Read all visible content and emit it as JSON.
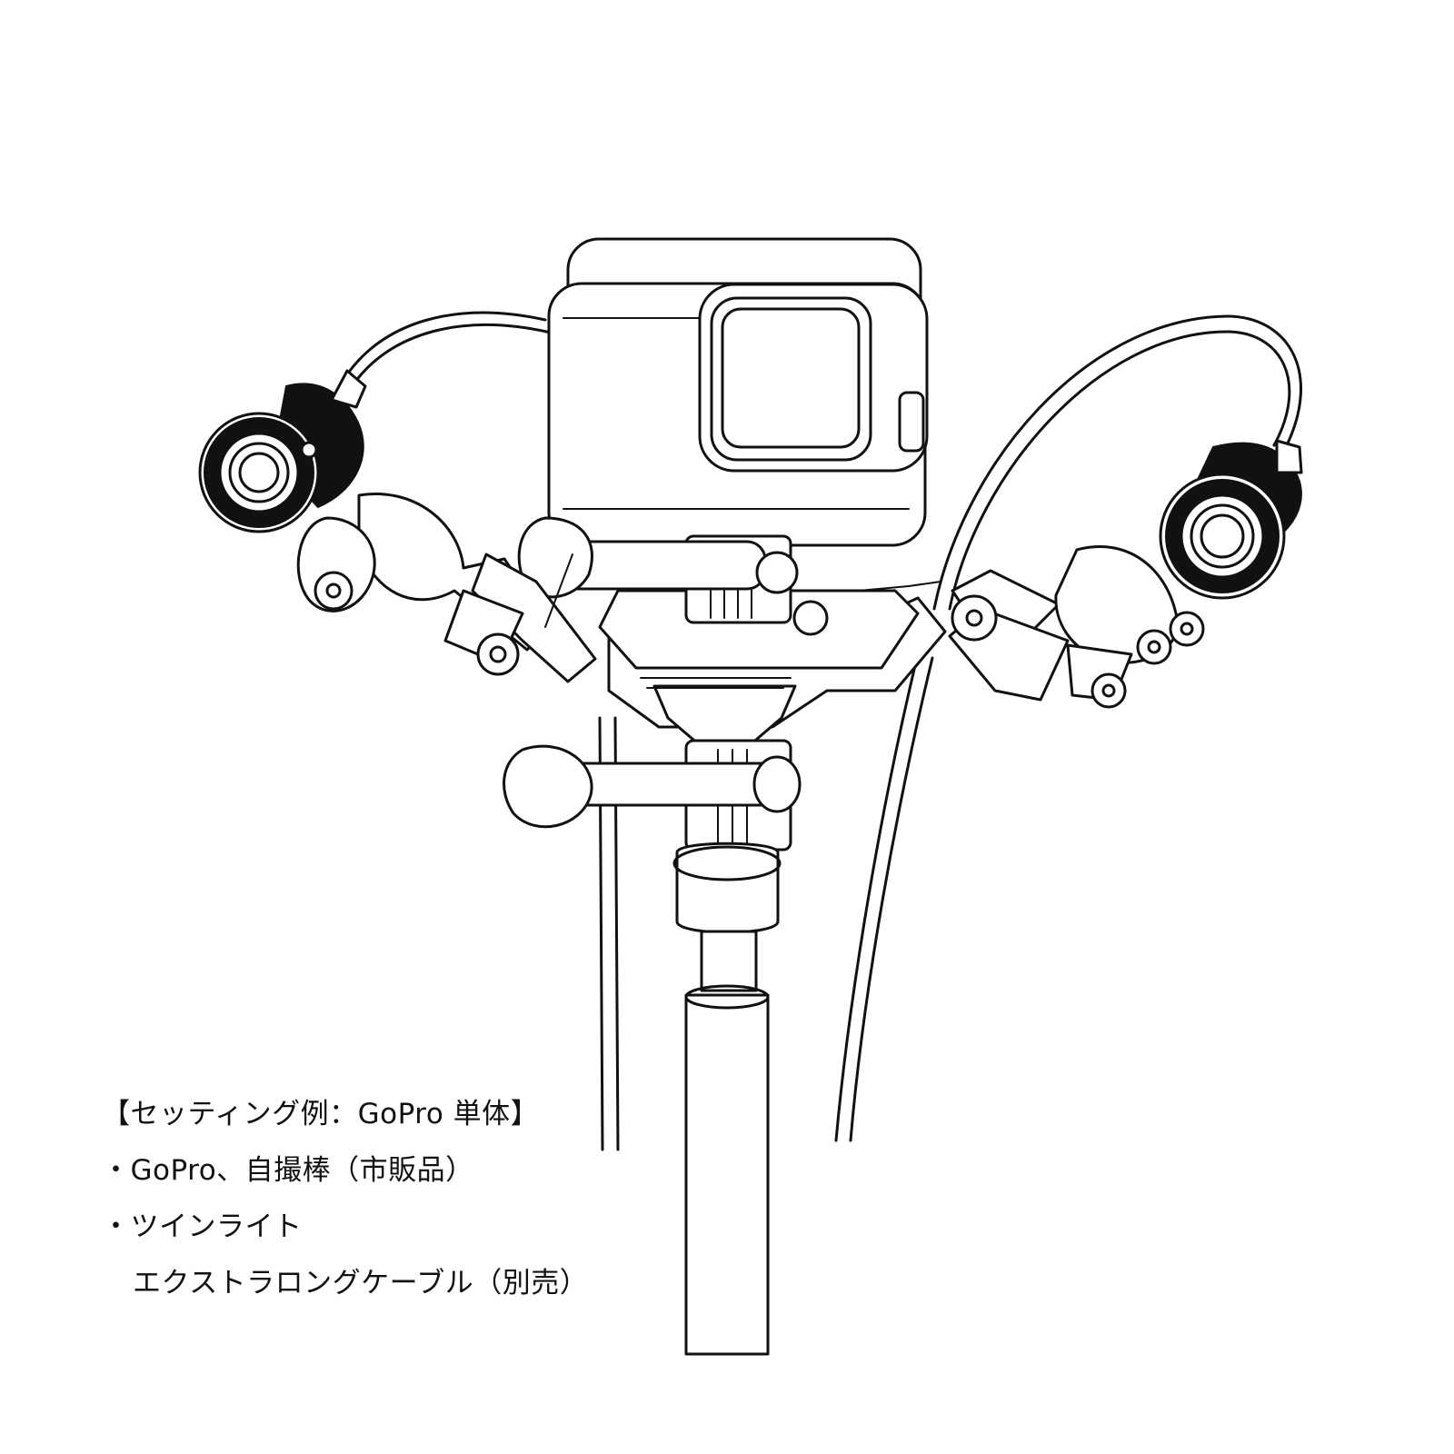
{
  "caption": {
    "title": "【セッティング例：GoPro 単体】",
    "item_1": "・GoPro、自撮棒（市販品）",
    "item_2": "・ツインライト",
    "item_2_detail": "エクストラロングケーブル（別売）"
  },
  "illustration": {
    "subjects": [
      "gopro-camera",
      "twin-lights",
      "extra-long-cable",
      "selfie-stick",
      "mounting-bracket"
    ]
  },
  "colors": {
    "background": "#ffffff",
    "line": "#111111"
  }
}
